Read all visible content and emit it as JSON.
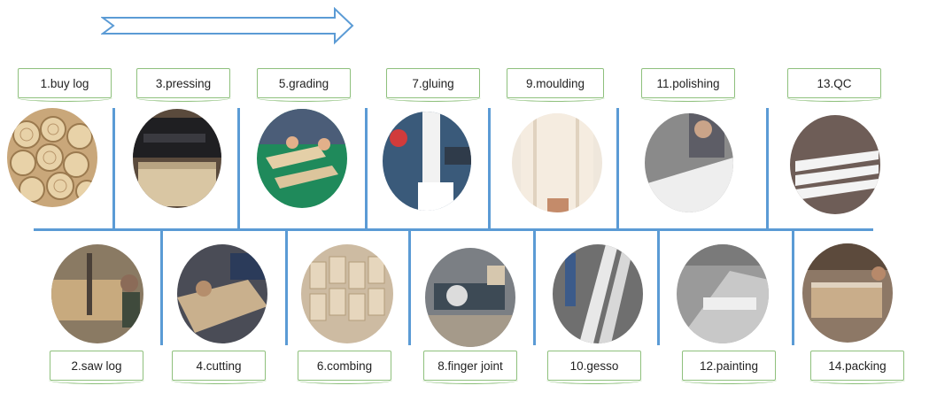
{
  "steps": [
    {
      "label": "1.buy log"
    },
    {
      "label": "2.saw log"
    },
    {
      "label": "3.pressing"
    },
    {
      "label": "4.cutting"
    },
    {
      "label": "5.grading"
    },
    {
      "label": "6.combing"
    },
    {
      "label": "7.gluing"
    },
    {
      "label": "8.finger joint"
    },
    {
      "label": "9.moulding"
    },
    {
      "label": "10.gesso"
    },
    {
      "label": "11.polishing"
    },
    {
      "label": "12.painting"
    },
    {
      "label": "13.QC"
    },
    {
      "label": "14.packing"
    }
  ],
  "colors": {
    "timeline": "#5b9bd5",
    "label_border": "#8ec07c",
    "arrow": "#5b9bd5"
  }
}
